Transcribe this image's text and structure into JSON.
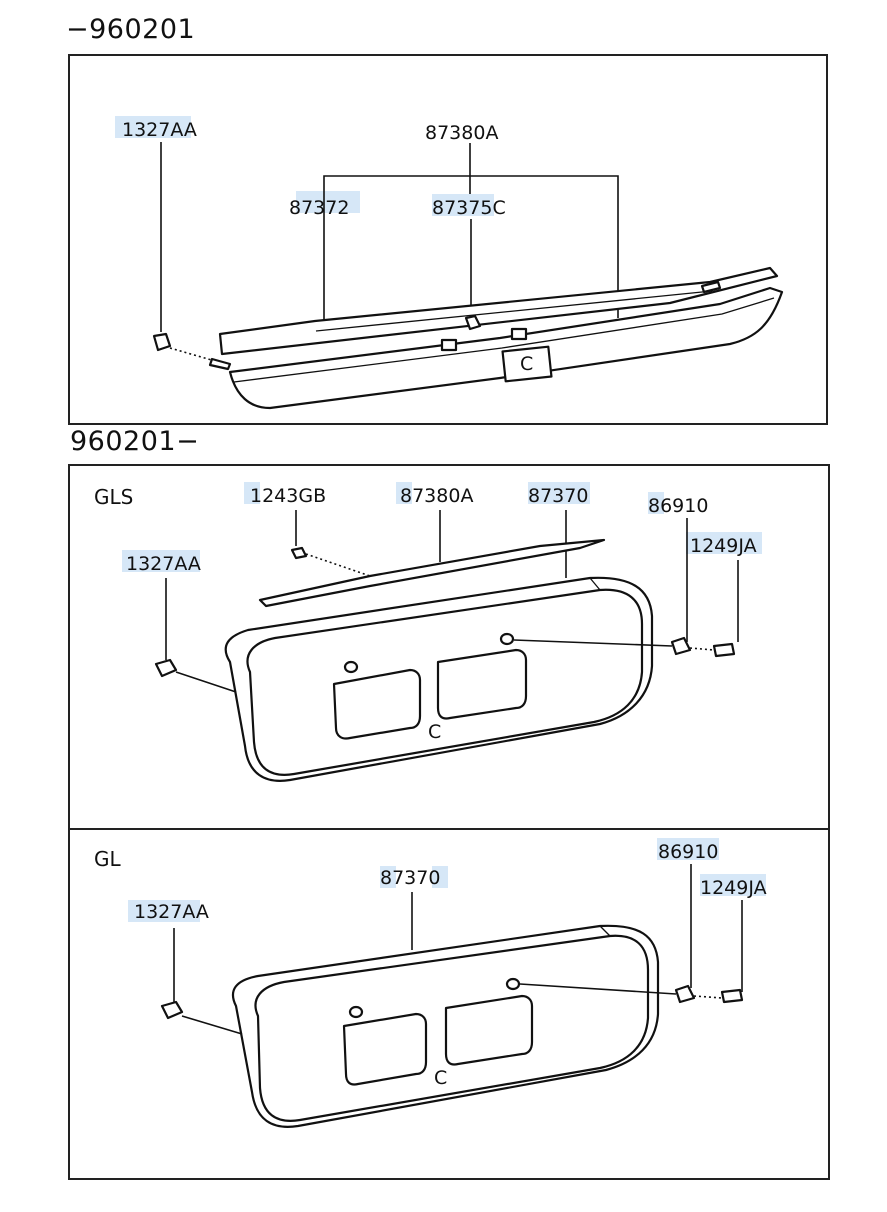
{
  "sections": [
    {
      "range": "−960201"
    },
    {
      "range": "960201−"
    }
  ],
  "panel1": {
    "callouts": [
      "1327AA",
      "87380A",
      "87372",
      "87375C"
    ],
    "marks": [
      "C"
    ]
  },
  "panel2": {
    "trim": "GLS",
    "callouts": [
      "1243GB",
      "87380A",
      "87370",
      "86910",
      "1327AA",
      "1249JA"
    ],
    "marks": [
      "C"
    ]
  },
  "panel3": {
    "trim": "GL",
    "callouts": [
      "86910",
      "87370",
      "1249JA",
      "1327AA"
    ],
    "marks": [
      "C"
    ]
  }
}
